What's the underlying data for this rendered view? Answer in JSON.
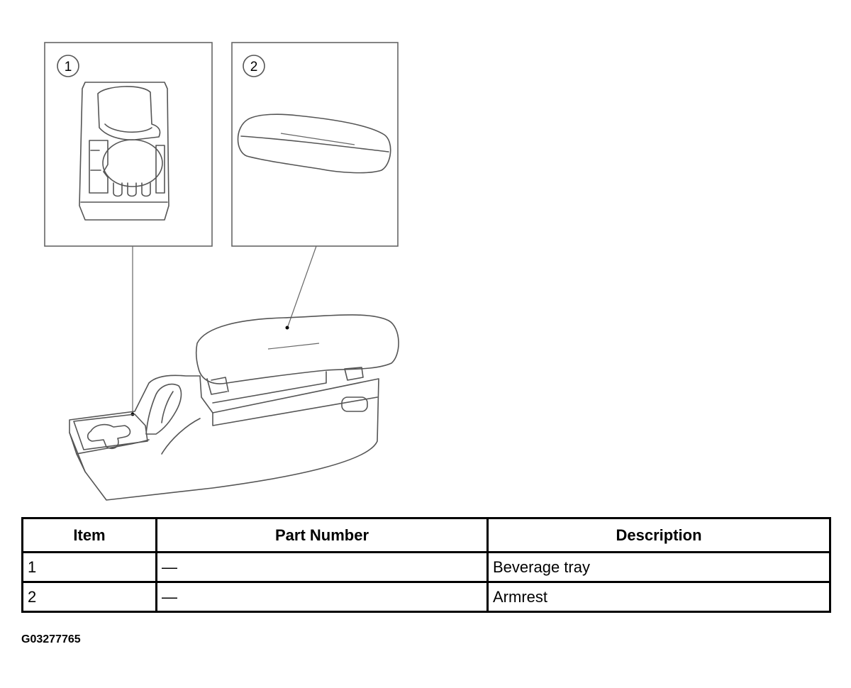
{
  "callouts": [
    {
      "number": "1",
      "name": "Beverage tray"
    },
    {
      "number": "2",
      "name": "Armrest"
    }
  ],
  "table": {
    "headers": [
      "Item",
      "Part Number",
      "Description"
    ],
    "rows": [
      [
        "1",
        "—",
        "Beverage tray"
      ],
      [
        "2",
        "—",
        "Armrest"
      ]
    ]
  },
  "figure_id": "G03277765"
}
